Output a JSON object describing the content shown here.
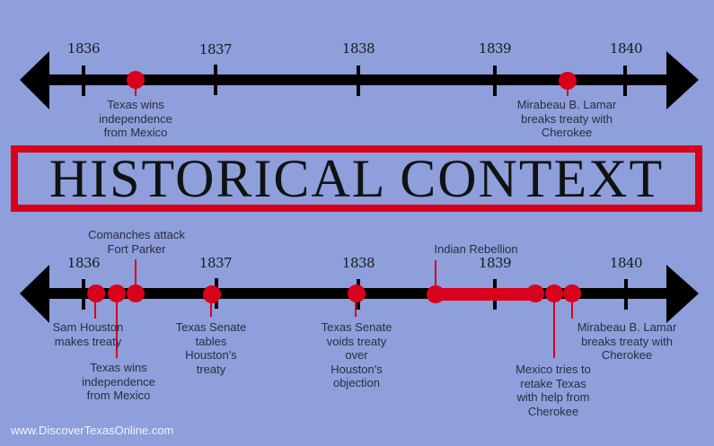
{
  "title": "HISTORICAL CONTEXT",
  "footer": "www.DiscoverTexasOnline.com",
  "colors": {
    "background": "#8e9fdb",
    "accent_red": "#d9001b",
    "axis": "#000000",
    "label_text": "#2a2d3e"
  },
  "top_timeline": {
    "years": [
      "1836",
      "1837",
      "1838",
      "1839",
      "1840"
    ],
    "events": [
      {
        "label": [
          "Texas wins",
          "independence",
          "from Mexico"
        ]
      },
      {
        "label": [
          "Mirabeau B. Lamar",
          "breaks treaty with",
          "Cherokee"
        ]
      }
    ]
  },
  "bottom_timeline": {
    "years": [
      "1836",
      "1837",
      "1838",
      "1839",
      "1840"
    ],
    "events": [
      {
        "label": [
          "Sam Houston",
          "makes treaty"
        ]
      },
      {
        "label": [
          "Texas wins",
          "independence",
          "from Mexico"
        ]
      },
      {
        "label": [
          "Comanches attack",
          "Fort Parker"
        ]
      },
      {
        "label": [
          "Texas Senate",
          "tables",
          "Houston's",
          "treaty"
        ]
      },
      {
        "label": [
          "Texas Senate",
          "voids treaty",
          "over",
          "Houston's",
          "objection"
        ]
      },
      {
        "label": [
          "Indian Rebellion"
        ]
      },
      {
        "label": [
          "Mexico tries to",
          "retake Texas",
          "with help from",
          "Cherokee"
        ]
      },
      {
        "label": [
          "Mirabeau B. Lamar",
          "breaks treaty with",
          "Cherokee"
        ]
      }
    ]
  }
}
